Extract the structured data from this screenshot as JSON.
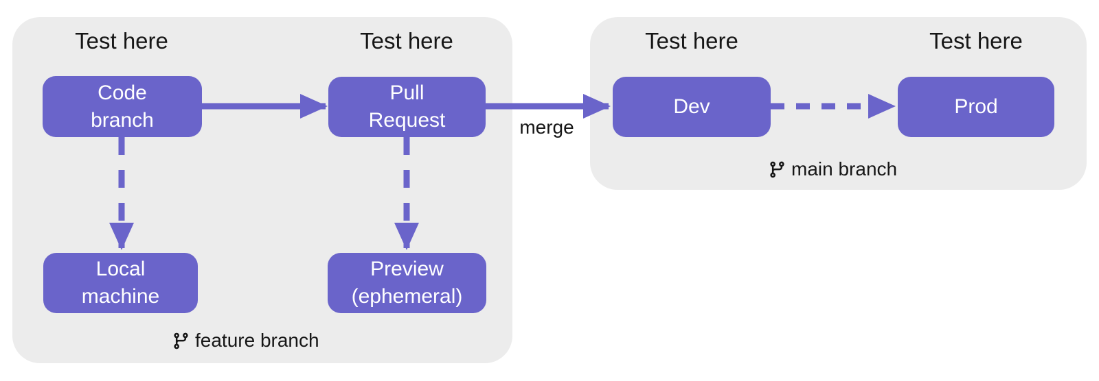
{
  "panels": {
    "feature": {
      "test_here_left": "Test here",
      "test_here_right": "Test here",
      "branch_label": "feature branch"
    },
    "main": {
      "test_here_left": "Test here",
      "test_here_right": "Test here",
      "branch_label": "main branch"
    }
  },
  "nodes": {
    "code_branch": "Code\nbranch",
    "pull_request": "Pull\nRequest",
    "local_machine": "Local\nmachine",
    "preview": "Preview\n(ephemeral)",
    "dev": "Dev",
    "prod": "Prod"
  },
  "edges": {
    "merge_label": "merge"
  },
  "colors": {
    "node_fill": "#6a64ca",
    "panel_fill": "#ececec",
    "label_text": "#161616",
    "node_text": "#ffffff",
    "page_bg": "#ffffff"
  }
}
